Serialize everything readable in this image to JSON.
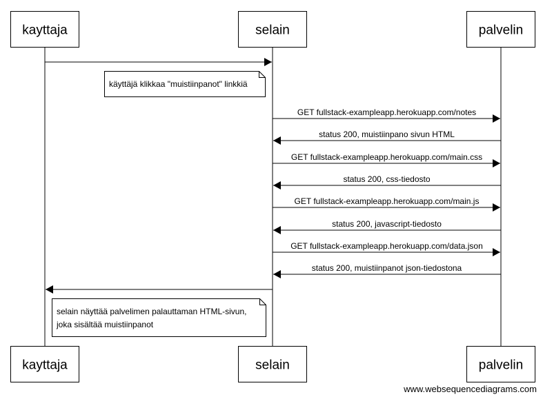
{
  "participants": [
    "kayttaja",
    "selain",
    "palvelin"
  ],
  "messages": [
    {
      "from": "kayttaja",
      "to": "selain",
      "label": ""
    },
    {
      "from": "selain",
      "to": "palvelin",
      "label": "GET fullstack-exampleapp.herokuapp.com/notes"
    },
    {
      "from": "palvelin",
      "to": "selain",
      "label": "status 200, muistiinpano sivun HTML"
    },
    {
      "from": "selain",
      "to": "palvelin",
      "label": "GET fullstack-exampleapp.herokuapp.com/main.css"
    },
    {
      "from": "palvelin",
      "to": "selain",
      "label": "status 200, css-tiedosto"
    },
    {
      "from": "selain",
      "to": "palvelin",
      "label": "GET fullstack-exampleapp.herokuapp.com/main.js"
    },
    {
      "from": "palvelin",
      "to": "selain",
      "label": "status 200, javascript-tiedosto"
    },
    {
      "from": "selain",
      "to": "palvelin",
      "label": "GET fullstack-exampleapp.herokuapp.com/data.json"
    },
    {
      "from": "palvelin",
      "to": "selain",
      "label": "status 200, muistiinpanot json-tiedostona"
    },
    {
      "from": "selain",
      "to": "kayttaja",
      "label": ""
    }
  ],
  "notes": [
    {
      "lines": [
        "käyttäjä klikkaa \"muistiinpanot\" linkkiä"
      ]
    },
    {
      "lines": [
        "selain näyttää palvelimen palauttaman HTML-sivun,",
        "joka sisältää muistiinpanot"
      ]
    }
  ],
  "watermark": "www.websequencediagrams.com"
}
